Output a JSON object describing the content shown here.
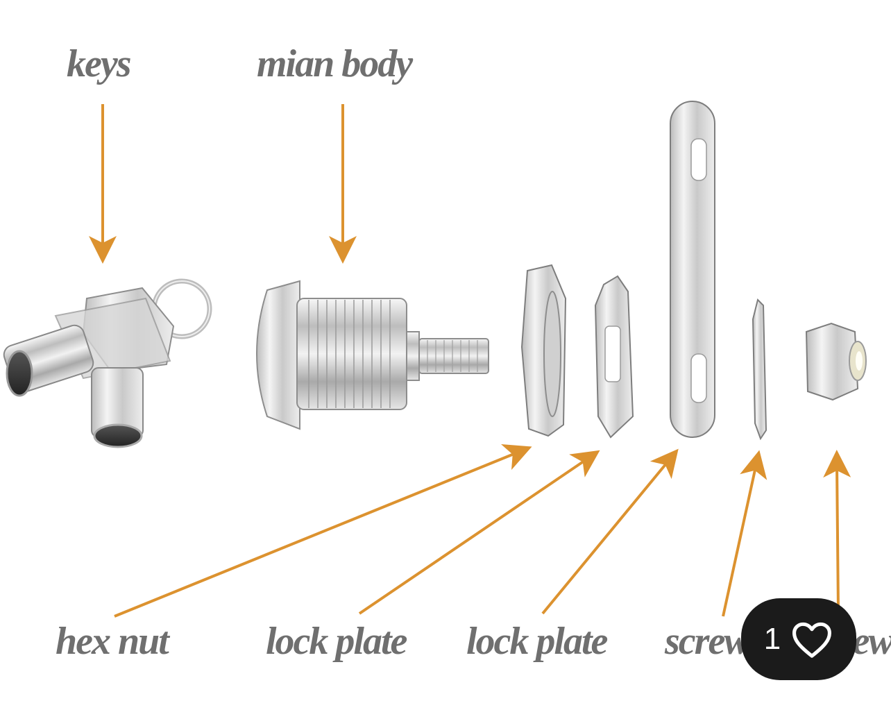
{
  "labels": {
    "keys": "keys",
    "main_body": "mian body",
    "hex_nut": "hex nut",
    "lock_plate_1": "lock plate",
    "lock_plate_2": "lock plate",
    "screw": "screw",
    "screw_partial": "screw"
  },
  "like_badge": {
    "count": "1",
    "icon": "heart-outline-icon"
  },
  "colors": {
    "arrow": "#dc922f",
    "label": "#6f6f6f",
    "badge_bg": "#1b1b1b"
  }
}
